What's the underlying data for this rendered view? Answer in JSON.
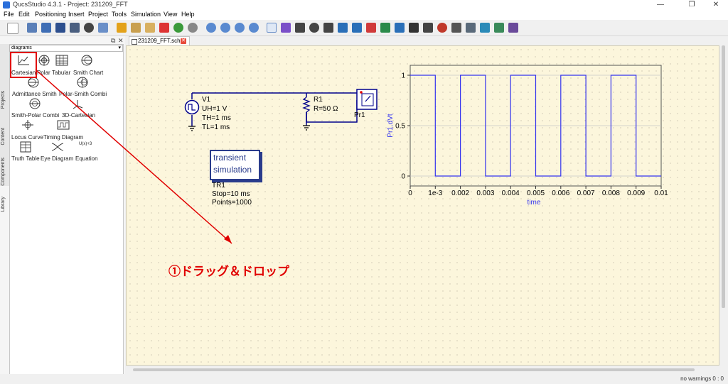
{
  "window": {
    "title": "QucsStudio 4.3.1 - Project: 231209_FFT",
    "minimize": "—",
    "maximize": "❐",
    "close": "✕"
  },
  "menu": [
    "File",
    "Edit",
    "Positioning",
    "Insert",
    "Project",
    "Tools",
    "Simulation",
    "View",
    "Help"
  ],
  "dock": {
    "float_button": "⧉",
    "close_button": "✕"
  },
  "side_tabs": [
    "Projects",
    "Content",
    "Components",
    "Library"
  ],
  "category": "diagrams",
  "diagrams": [
    {
      "label": "Cartesian",
      "icon": "cartesian-icon"
    },
    {
      "label": "Polar",
      "icon": "polar-icon"
    },
    {
      "label": "Tabular",
      "icon": "tabular-icon"
    },
    {
      "label": "Smith Chart",
      "icon": "smith-chart-icon"
    },
    {
      "label": "Admittance Smith",
      "icon": "admittance-smith-icon"
    },
    {
      "label": "Polar-Smith Combi",
      "icon": "polar-smith-combi-icon"
    },
    {
      "label": "Smith-Polar Combi",
      "icon": "smith-polar-combi-icon"
    },
    {
      "label": "3D-Cartesian",
      "icon": "3d-cartesian-icon"
    },
    {
      "label": "Locus Curve",
      "icon": "locus-curve-icon"
    },
    {
      "label": "Timing Diagram",
      "icon": "timing-diagram-icon"
    },
    {
      "label": "Truth Table",
      "icon": "truth-table-icon"
    },
    {
      "label": "Eye Diagram",
      "icon": "eye-diagram-icon"
    },
    {
      "label": "Equation",
      "icon": "equation-icon"
    }
  ],
  "equation_icon_text": "U(x)+3",
  "tab": {
    "label": "231209_FFT.sch",
    "close": "✕"
  },
  "schematic": {
    "source": {
      "name": "V1",
      "uh": "UH=1 V",
      "th": "TH=1 ms",
      "tl": "TL=1 ms"
    },
    "resistor": {
      "name": "R1",
      "value": "R=50 Ω"
    },
    "probe": {
      "name": "Pr1"
    },
    "simulation": {
      "line1": "transient",
      "line2": "simulation",
      "name": "TR1",
      "stop": "Stop=10 ms",
      "points": "Points=1000"
    }
  },
  "annotation": "①ドラッグ＆ドロップ",
  "status": "no warnings 0 : 0",
  "colors": {
    "highlight": "#e00000",
    "trace": "#3333ee",
    "wire": "#00008b",
    "canvas": "#fcf6dc"
  },
  "chart_data": {
    "type": "line",
    "ylabel": "Pr1.dVt",
    "xlabel": "time",
    "xlim": [
      0,
      0.01
    ],
    "ylim": [
      0,
      1
    ],
    "x_ticks": [
      "0",
      "1e-3",
      "0.002",
      "0.003",
      "0.004",
      "0.005",
      "0.006",
      "0.007",
      "0.008",
      "0.009",
      "0.01"
    ],
    "y_ticks": [
      "0",
      "0.5",
      "1"
    ],
    "grid": true,
    "series": [
      {
        "x": [
          0,
          0.001,
          0.001,
          0.002,
          0.002,
          0.003,
          0.003,
          0.004,
          0.004,
          0.005,
          0.005,
          0.006,
          0.006,
          0.007,
          0.007,
          0.008,
          0.008,
          0.009,
          0.009,
          0.01
        ],
        "y": [
          1,
          1,
          0,
          0,
          1,
          1,
          0,
          0,
          1,
          1,
          0,
          0,
          1,
          1,
          0,
          0,
          1,
          1,
          0,
          0
        ]
      }
    ]
  }
}
